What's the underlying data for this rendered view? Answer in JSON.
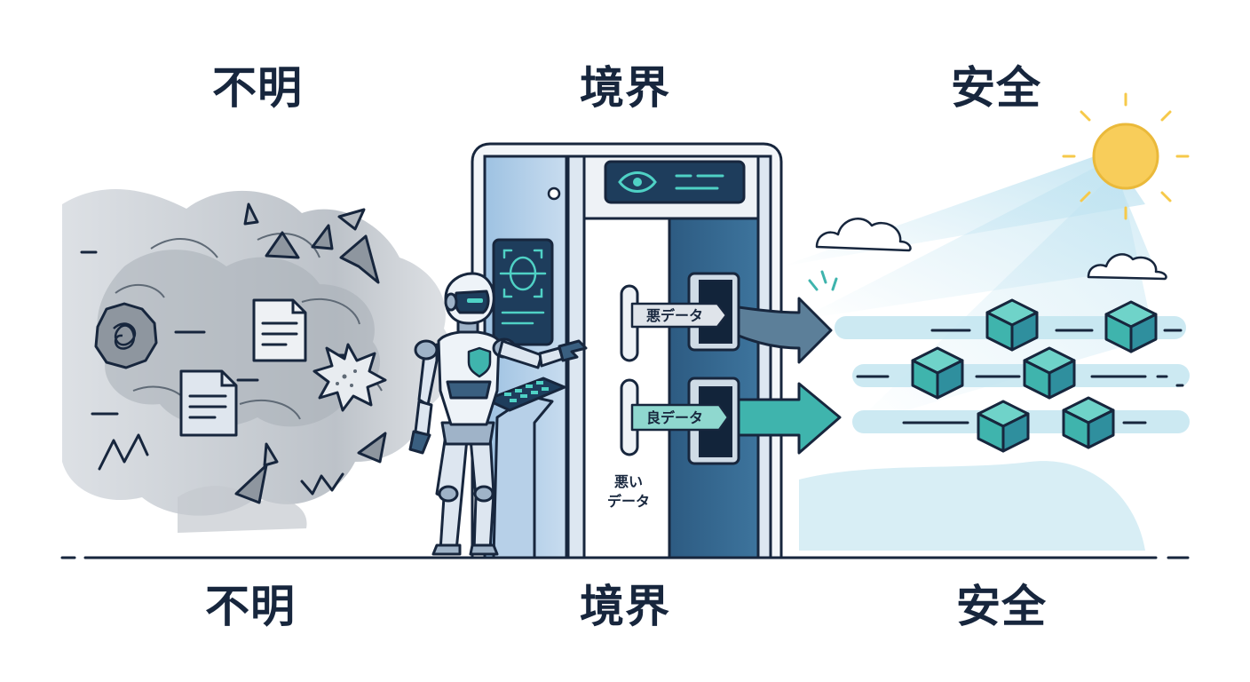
{
  "headings": {
    "top": {
      "unknown": "不明",
      "boundary": "境界",
      "safe": "安全"
    },
    "bottom": {
      "unknown": "不明",
      "boundary": "境界",
      "safe": "安全"
    }
  },
  "gate": {
    "bad_data_tag": "悪データ",
    "good_data_tag": "良データ",
    "rejected_label_line1": "悪い",
    "rejected_label_line2": "データ"
  },
  "colors": {
    "ink": "#17263d",
    "teal": "#3fb4ad",
    "slate_blue": "#2f5f86",
    "light_blue": "#a7c9e6",
    "sun": "#f6c94a",
    "smog": "#b9bfc6"
  },
  "icons": [
    "eye-icon",
    "face-scan-icon",
    "robot-icon",
    "shield-icon",
    "sun-icon",
    "cloud-icon",
    "document-icon",
    "data-cube-icon"
  ]
}
